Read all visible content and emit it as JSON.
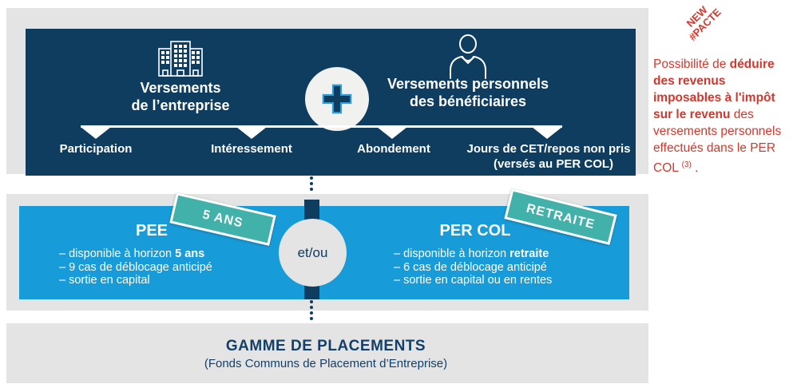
{
  "colors": {
    "navy": "#0e3d60",
    "blue": "#189cd9",
    "teal": "#41b1aa",
    "panel_gray": "#e4e4e4",
    "red": "#d2382e"
  },
  "top_panel": {
    "company_title_line1": "Versements",
    "company_title_line2": "de l’entreprise",
    "beneficiary_title_line1": "Versements personnels",
    "beneficiary_title_line2": "des bénéficiaires",
    "timeline": [
      {
        "label": "Participation"
      },
      {
        "label": "Intéressement"
      },
      {
        "label": "Abondement"
      },
      {
        "label": "Jours de CET/repos non pris",
        "sublabel": "(versés au PER COL)"
      }
    ]
  },
  "middle_panel": {
    "connector_label": "et/ou",
    "pee": {
      "title": "PEE",
      "badge": "5 ANS",
      "items": [
        [
          {
            "t": "– disponible à horizon "
          },
          {
            "t": "5 ans",
            "b": true
          }
        ],
        [
          {
            "t": "– 9 cas de déblocage anticipé"
          }
        ],
        [
          {
            "t": "– sortie en capital"
          }
        ]
      ]
    },
    "percol": {
      "title": "PER COL",
      "badge": "RETRAITE",
      "items": [
        [
          {
            "t": "– disponible à horizon "
          },
          {
            "t": "retraite",
            "b": true
          }
        ],
        [
          {
            "t": "– 6 cas de déblocage anticipé"
          }
        ],
        [
          {
            "t": "– sortie en capital ou en rentes"
          }
        ]
      ]
    }
  },
  "bottom_panel": {
    "title": "GAMME DE PLACEMENTS",
    "subtitle": "(Fonds Communs de Placement d’Entreprise)"
  },
  "sidebar": {
    "stamp_line1": "NEW",
    "stamp_line2": "#PACTE",
    "note_segments": [
      {
        "t": "Possibilité de "
      },
      {
        "t": "déduire des revenus imposables à l'impôt sur le revenu",
        "b": true
      },
      {
        "t": " des versements personnels effectués dans le PER COL "
      },
      {
        "t": "(3)",
        "sup": true
      },
      {
        "t": " ."
      }
    ]
  }
}
